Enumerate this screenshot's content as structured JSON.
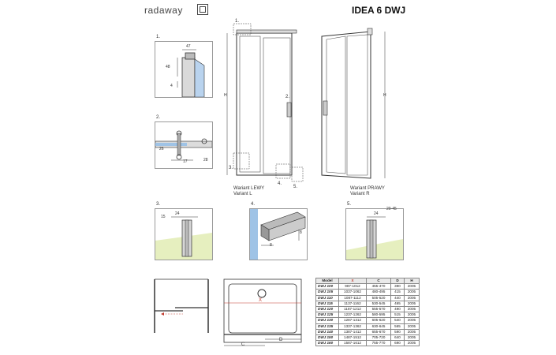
{
  "brand": {
    "name": "radaway"
  },
  "title": "IDEA 6 DWJ",
  "labels": {
    "d1": "1.",
    "d2": "2.",
    "d3": "3.",
    "d4": "4.",
    "d5": "5.",
    "c1": "1.",
    "c2": "2.",
    "c3": "3.",
    "c4": "4.",
    "c5": "5.",
    "h": "H"
  },
  "dims": {
    "d1_w": "47",
    "d1_h": "48",
    "d1_s": "4",
    "d2_a": "26",
    "d2_b": "17",
    "d2_c": "28",
    "d3_a": "15",
    "d3_b": "24",
    "d4_a": "8",
    "d4_b": "8",
    "d5_a": "24",
    "d5_b": "20-45",
    "plan_x": "X",
    "plan_c": "C",
    "plan_d": "D"
  },
  "variants": {
    "left_line1": "Wariant LEWY",
    "left_line2": "Variant L",
    "right_line1": "Wariant PRAWY",
    "right_line2": "Variant R"
  },
  "table": {
    "headers": [
      "Model",
      "X",
      "C",
      "D",
      "H"
    ],
    "rows": [
      [
        "DWJ 100",
        "987-1012",
        "455-470",
        "390",
        "2005"
      ],
      [
        "DWJ 105",
        "1037-1062",
        "480-495",
        "415",
        "2005"
      ],
      [
        "DWJ 110",
        "1087-1112",
        "505-520",
        "440",
        "2005"
      ],
      [
        "DWJ 115",
        "1137-1162",
        "530-545",
        "465",
        "2005"
      ],
      [
        "DWJ 120",
        "1187-1212",
        "555-570",
        "490",
        "2005"
      ],
      [
        "DWJ 125",
        "1237-1262",
        "580-595",
        "515",
        "2005"
      ],
      [
        "DWJ 130",
        "1287-1312",
        "605-620",
        "540",
        "2005"
      ],
      [
        "DWJ 135",
        "1337-1362",
        "630-645",
        "565",
        "2005"
      ],
      [
        "DWJ 140",
        "1387-1412",
        "655-670",
        "590",
        "2005"
      ],
      [
        "DWJ 150",
        "1487-1512",
        "705-720",
        "640",
        "2005"
      ],
      [
        "DWJ 160",
        "1587-1612",
        "755-770",
        "690",
        "2005"
      ]
    ]
  },
  "colors": {
    "accent": "#c0392b",
    "glass": "#9fc3e6",
    "floor": "#e6efbf",
    "line": "#333333"
  }
}
